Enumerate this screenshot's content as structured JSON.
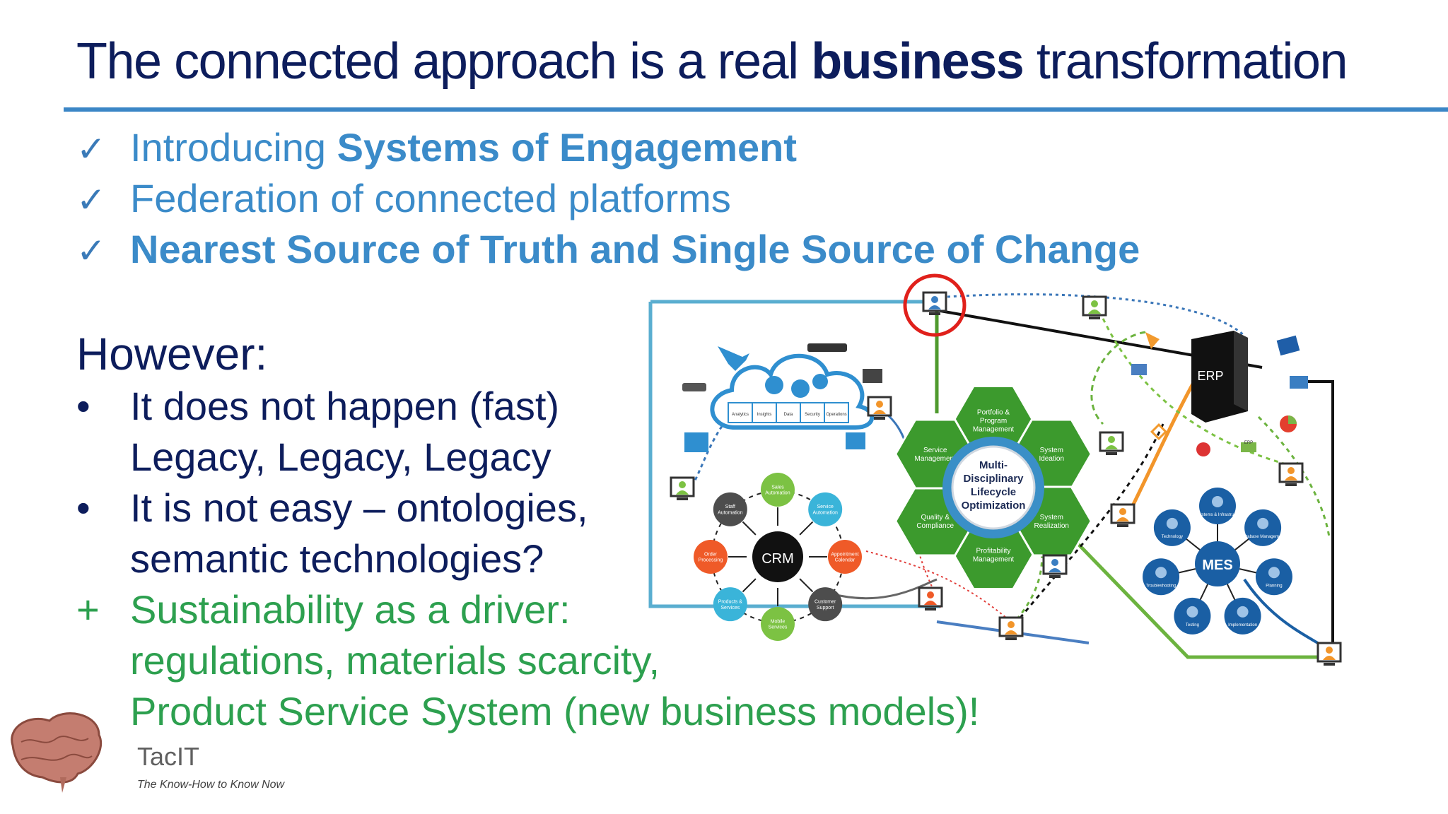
{
  "title": {
    "pre": "The connected approach is a real ",
    "bold": "business",
    "post": " transformation"
  },
  "checklist": [
    {
      "mark": "✓",
      "pre": "Introducing ",
      "bold": "Systems of Engagement",
      "post": ""
    },
    {
      "mark": "✓",
      "pre": "Federation of connected platforms",
      "bold": "",
      "post": ""
    },
    {
      "mark": "✓",
      "pre": "",
      "bold": "Nearest Source of Truth and Single Source of Change",
      "post": ""
    }
  ],
  "however": "However:",
  "bullets": [
    {
      "mark": "•",
      "lines": [
        "It does not happen (fast)",
        "Legacy, Legacy, Legacy"
      ]
    },
    {
      "mark": "•",
      "lines": [
        "It is not easy – ontologies,",
        "semantic technologies?"
      ]
    },
    {
      "mark": "+",
      "lines": [
        "Sustainability as a driver:",
        "regulations, materials scarcity,",
        "Product Service System (new business models)!"
      ]
    }
  ],
  "brand": {
    "name": "TacIT",
    "tagline": "The Know-How to Know Now"
  },
  "diagram": {
    "crm": {
      "center": "CRM",
      "nodes": [
        "Sales Automation",
        "Service Automation",
        "Appointment Calendar",
        "Customer Support",
        "Mobile Services",
        "Products & Services",
        "Order Processing",
        "Staff Automation"
      ]
    },
    "hex": {
      "center": [
        "Multi-",
        "Disciplinary",
        "Lifecycle",
        "Optimization"
      ],
      "cells": [
        [
          "Portfolio &",
          "Program",
          "Management"
        ],
        [
          "System",
          "Ideation"
        ],
        [
          "System",
          "Realization"
        ],
        [
          "Profitability",
          "Management"
        ],
        [
          "Quality &",
          "Compliance"
        ],
        [
          "Service",
          "Management"
        ]
      ]
    },
    "erp": "ERP",
    "erp_small": "ERP",
    "mes": {
      "center": "MES",
      "nodes": [
        "IT Systems & Infrastructure",
        "Database Management",
        "Planning",
        "Implementation",
        "Testing",
        "Troubleshooting",
        "Technology"
      ]
    },
    "cloud_cells": [
      "Analytics",
      "Insights",
      "Data",
      "Security",
      "Operations"
    ]
  },
  "colors": {
    "title": "#0d1d5c",
    "check_text": "#3b8bc9",
    "green_text": "#2da04f",
    "rule": "#3b86c6",
    "hex_green": "#3c9a2d",
    "crm_green": "#7cc243",
    "crm_orange": "#ef5a28",
    "crm_blue": "#3ab4d9",
    "crm_dark": "#4d4d4d",
    "mes_blue": "#1a5fa4",
    "highlight_circle": "#e0201b"
  }
}
